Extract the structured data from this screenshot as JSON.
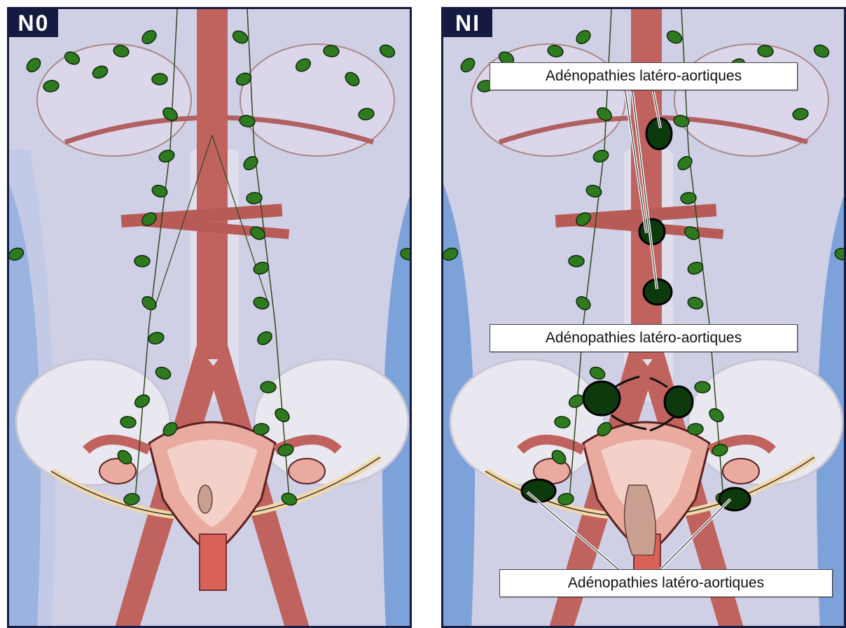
{
  "panels": [
    {
      "id": "left",
      "stage_label": "N0"
    },
    {
      "id": "right",
      "stage_label": "NI"
    }
  ],
  "callouts": {
    "top": "Adénopathies latéro-aortiques",
    "middle": "Adénopathies latéro-aortiques",
    "bottom": "Adénopathies latéro-aortiques"
  },
  "colors": {
    "frame": "#151a40",
    "background": "#cfd0e6",
    "vessel": "#c0625e",
    "lymph_node": "#2f7a1e",
    "enlarged_node": "#0d3a0d",
    "side_band": "#6d9ad6"
  }
}
